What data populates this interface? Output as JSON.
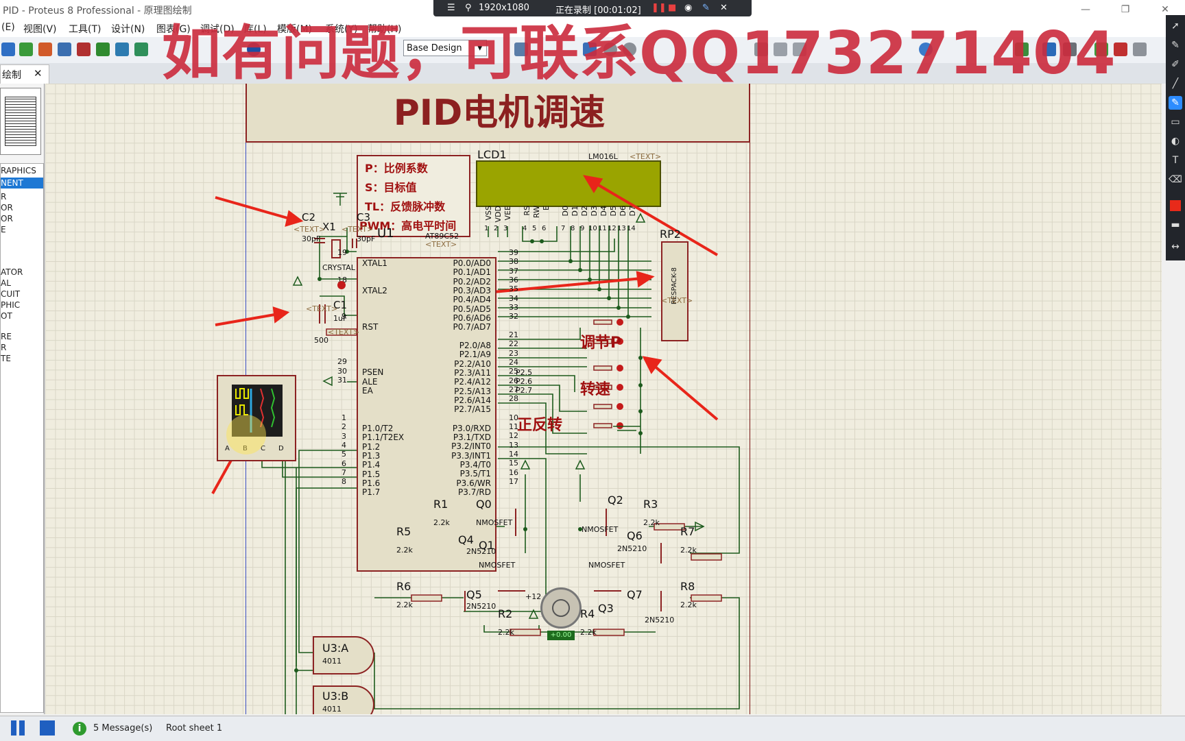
{
  "window": {
    "title": "PID - Proteus 8 Professional - 原理图绘制"
  },
  "recorder": {
    "resolution": "1920x1080",
    "status": "正在录制 [00:01:02]"
  },
  "menu": {
    "items": [
      "(E)",
      "视图(V)",
      "工具(T)",
      "设计(N)",
      "图表(G)",
      "调试(D)",
      "库(L)",
      "模版(M)",
      "系统(Y)",
      "帮助(H)"
    ]
  },
  "toolbar": {
    "design_select": "Base Design"
  },
  "tab": {
    "label": "绘制"
  },
  "panel": {
    "headers": [
      "RAPHICS",
      "NENT"
    ],
    "items": [
      "R",
      "OR",
      "OR",
      "E",
      "ATOR",
      "AL",
      "CUIT",
      "PHIC",
      "OT",
      "RE",
      "R",
      "TE"
    ]
  },
  "watermark": "如有问题，可联系QQ173271404",
  "schematic": {
    "title": "PID电机调速",
    "notes": [
      "P：比例系数",
      "S：目标值",
      "TL：反馈脉冲数",
      "PWM：高电平时间"
    ],
    "lcd": {
      "ref": "LCD1",
      "part": "LM016L",
      "text": "<TEXT>"
    },
    "u1": {
      "ref": "U1",
      "part": "AT89C52",
      "text": "<TEXT>",
      "left_pins": [
        "XTAL1",
        "XTAL2",
        "RST",
        "PSEN",
        "ALE",
        "EA",
        "P1.0/T2",
        "P1.1/T2EX",
        "P1.2",
        "P1.3",
        "P1.4",
        "P1.5",
        "P1.6",
        "P1.7"
      ],
      "left_pin_numbers": [
        "19",
        "18",
        "9",
        "29",
        "30",
        "31",
        "1",
        "2",
        "3",
        "4",
        "5",
        "6",
        "7",
        "8"
      ],
      "right_pins": [
        "P0.0/AD0",
        "P0.1/AD1",
        "P0.2/AD2",
        "P0.3/AD3",
        "P0.4/AD4",
        "P0.5/AD5",
        "P0.6/AD6",
        "P0.7/AD7",
        "P2.0/A8",
        "P2.1/A9",
        "P2.2/A10",
        "P2.3/A11",
        "P2.4/A12",
        "P2.5/A13",
        "P2.6/A14",
        "P2.7/A15",
        "P3.0/RXD",
        "P3.1/TXD",
        "P3.2/INT0",
        "P3.3/INT1",
        "P3.4/T0",
        "P3.5/T1",
        "P3.6/WR",
        "P3.7/RD"
      ],
      "right_pin_numbers": [
        "39",
        "38",
        "37",
        "36",
        "35",
        "34",
        "33",
        "32",
        "21",
        "22",
        "23",
        "24",
        "25",
        "26",
        "27",
        "28",
        "10",
        "11",
        "12",
        "13",
        "14",
        "15",
        "16",
        "17"
      ]
    },
    "lcd_pins": [
      "VSS",
      "VDD",
      "VEE",
      "RS",
      "RW",
      "E",
      "D0",
      "D1",
      "D2",
      "D3",
      "D4",
      "D5",
      "D6",
      "D7"
    ],
    "lcd_pin_numbers": [
      "1",
      "2",
      "3",
      "4",
      "5",
      "6",
      "7",
      "8",
      "9",
      "10",
      "11",
      "12",
      "13",
      "14"
    ],
    "rp2": {
      "ref": "RP2",
      "part": "RESPACK-8",
      "text": "<TEXT>"
    },
    "labels": {
      "c2": "C2",
      "c3": "C3",
      "x1": "X1",
      "crystal": "CRYSTAL",
      "c2_val": "30pF",
      "c3_val": "30pF",
      "c1": "C1",
      "c1_val": "1uF",
      "r_500": "500",
      "p25": "P2.5",
      "p26": "P2.6",
      "p27": "P2.7",
      "r1": "R1",
      "r2": "R2",
      "r3": "R3",
      "r4": "R4",
      "r5": "R5",
      "r6": "R6",
      "r7": "R7",
      "r8": "R8",
      "r_val": "2.2k",
      "q0": "Q0",
      "q1": "Q1",
      "q3": "Q3",
      "q4": "Q4",
      "q5": "Q5",
      "q6": "Q6",
      "q7": "Q7",
      "nmos": "NMOSFET",
      "pnp": "2N5210",
      "v12": "+12",
      "u3a": "U3:A",
      "u3b": "U3:B",
      "u3_part": "4011",
      "text_tag": "<TEXT>",
      "motor_display": "+0.00"
    },
    "annotations": [
      "调节P",
      "转速",
      "正反转"
    ]
  },
  "status": {
    "messages": "5 Message(s)",
    "sheet": "Root sheet 1"
  }
}
